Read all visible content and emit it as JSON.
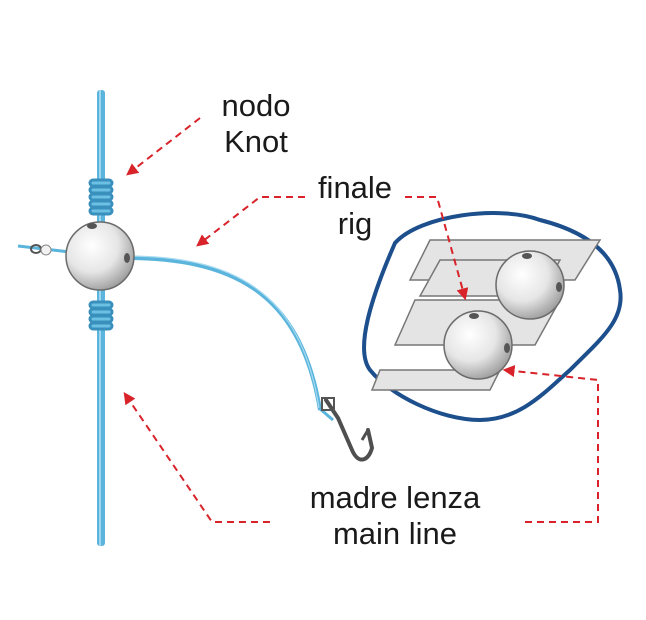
{
  "labels": {
    "knot": {
      "it": "nodo",
      "en": "Knot"
    },
    "rig": {
      "it": "finale",
      "en": "rig"
    },
    "main_line": {
      "it": "madre lenza",
      "en": "main line"
    }
  },
  "colors": {
    "line": "#5ab4dc",
    "line_dark": "#3a90bd",
    "arrow": "#d8232a",
    "outline": "#1c4f8c",
    "bead": "#e8e8e8"
  }
}
